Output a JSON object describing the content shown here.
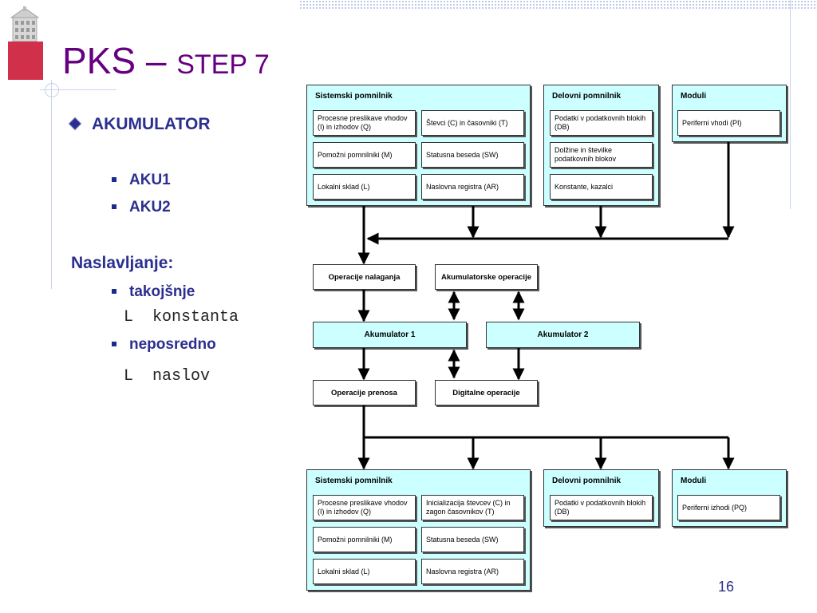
{
  "slide": {
    "title_main": "PKS –",
    "title_step": "STEP 7",
    "bullet_main": "AKUMULATOR",
    "sub_items": [
      "AKU1",
      "AKU2"
    ],
    "heading_addressing": "Naslavljanje:",
    "addr_immediate": "takojšnje",
    "addr_immediate_example": "L  konstanta",
    "addr_direct": "neposredno",
    "addr_direct_example": "L  naslov",
    "page_number": "16"
  },
  "diagram": {
    "top": {
      "system_memory": {
        "title": "Sistemski pomnilnik",
        "cells": [
          "Procesne preslikave vhodov (I) in izhodov (Q)",
          "Števci (C) in časovniki (T)",
          "Pomožni pomnilniki (M)",
          "Statusna beseda (SW)",
          "Lokalni sklad (L)",
          "Naslovna registra (AR)"
        ]
      },
      "work_memory": {
        "title": "Delovni pomnilnik",
        "cells": [
          "Podatki v podatkovnih blokih (DB)",
          "Dolžine in številke podatkovnih blokov",
          "Konstante, kazalci"
        ]
      },
      "modules": {
        "title": "Moduli",
        "cells": [
          "Periferni vhodi (PI)"
        ]
      }
    },
    "operations": {
      "load": "Operacije nalaganja",
      "accu_ops": "Akumulatorske operacije",
      "accu1": "Akumulator 1",
      "accu2": "Akumulator 2",
      "transfer": "Operacije prenosa",
      "digital": "Digitalne operacije"
    },
    "bottom": {
      "system_memory": {
        "title": "Sistemski pomnilnik",
        "cells": [
          "Procesne preslikave vhodov (I) in izhodov (Q)",
          "Inicializacija števcev (C) in zagon časovnikov (T)",
          "Pomožni pomnilniki (M)",
          "Statusna beseda (SW)",
          "Lokalni sklad (L)",
          "Naslovna registra (AR)"
        ]
      },
      "work_memory": {
        "title": "Delovni pomnilnik",
        "cells": [
          "Podatki v podatkovnih blokih (DB)"
        ]
      },
      "modules": {
        "title": "Moduli",
        "cells": [
          "Periferni izhodi (PQ)"
        ]
      }
    },
    "colors": {
      "box_fill": "#ccffff",
      "title_color": "#660080",
      "text_color": "#2b2f8f",
      "logo_red": "#d0304a"
    }
  }
}
